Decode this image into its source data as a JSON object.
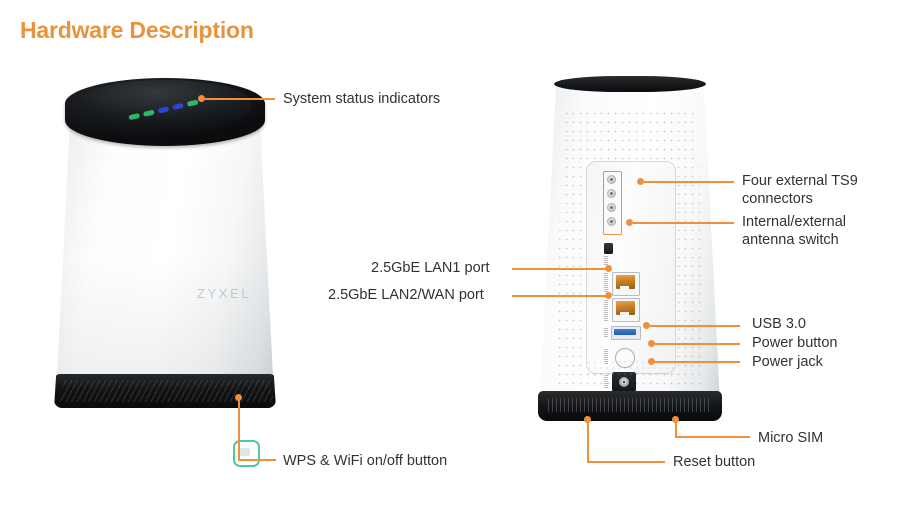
{
  "page": {
    "title": "Hardware Description"
  },
  "colors": {
    "title_orange": "#e8943c",
    "callout_orange": "#f0903c",
    "label_text": "#2f3337",
    "wps_green": "#4fc9a0",
    "usb_blue": "#2f6fc0",
    "lan_gold": "#c87f22"
  },
  "front_device": {
    "brand_logo": "ZYXEL",
    "leds": [
      {
        "name": "led-1",
        "color": "#2fbf6f"
      },
      {
        "name": "led-2",
        "color": "#2fbf6f"
      },
      {
        "name": "led-3",
        "color": "#2b48d8"
      },
      {
        "name": "led-4",
        "color": "#2b48d8"
      },
      {
        "name": "led-5",
        "color": "#2fbf6f"
      }
    ],
    "callouts": [
      {
        "id": "system-status-indicators",
        "label": "System status indicators"
      },
      {
        "id": "wps-wifi-button",
        "label": "WPS & WiFi on/off button"
      }
    ]
  },
  "rear_device": {
    "callouts": [
      {
        "id": "ts9-connectors",
        "label": "Four external TS9\nconnectors",
        "line1": "Four external TS9",
        "line2": "connectors"
      },
      {
        "id": "antenna-switch",
        "label": "Internal/external\nantenna switch",
        "line1": "Internal/external",
        "line2": "antenna switch"
      },
      {
        "id": "lan1-port",
        "label": "2.5GbE LAN1 port"
      },
      {
        "id": "lan2-wan-port",
        "label": "2.5GbE LAN2/WAN port"
      },
      {
        "id": "usb-port",
        "label": "USB 3.0"
      },
      {
        "id": "power-button",
        "label": "Power button"
      },
      {
        "id": "power-jack",
        "label": "Power jack"
      },
      {
        "id": "micro-sim",
        "label": "Micro SIM"
      },
      {
        "id": "reset-button",
        "label": "Reset button"
      }
    ],
    "ts9_connector_count": 4
  }
}
